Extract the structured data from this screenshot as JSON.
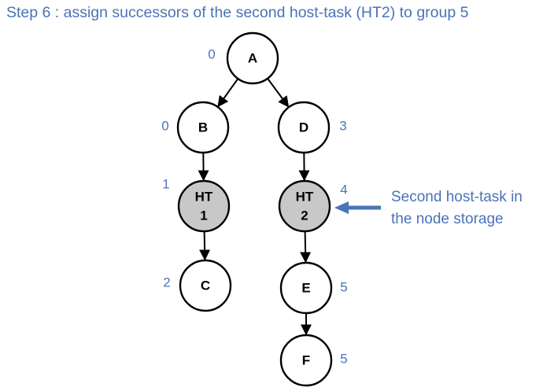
{
  "title": "Step 6 : assign successors of the second host-task (HT2) to group 5",
  "colors": {
    "accent_text": "#4a73b8",
    "node_fill": "#ffffff",
    "host_task_fill": "#c8c8c8",
    "stroke": "#000000"
  },
  "nodes": {
    "A": {
      "lines": [
        "A"
      ],
      "group": "0",
      "host_task": false
    },
    "B": {
      "lines": [
        "B"
      ],
      "group": "0",
      "host_task": false
    },
    "D": {
      "lines": [
        "D"
      ],
      "group": "3",
      "host_task": false
    },
    "HT1": {
      "lines": [
        "HT",
        "1"
      ],
      "group": "1",
      "host_task": true
    },
    "HT2": {
      "lines": [
        "HT",
        "2"
      ],
      "group": "4",
      "host_task": true
    },
    "C": {
      "lines": [
        "C"
      ],
      "group": "2",
      "host_task": false
    },
    "E": {
      "lines": [
        "E"
      ],
      "group": "5",
      "host_task": false
    },
    "F": {
      "lines": [
        "F"
      ],
      "group": "5",
      "host_task": false
    }
  },
  "edges": [
    {
      "from": "A",
      "to": "B"
    },
    {
      "from": "A",
      "to": "D"
    },
    {
      "from": "B",
      "to": "HT1"
    },
    {
      "from": "D",
      "to": "HT2"
    },
    {
      "from": "HT1",
      "to": "C"
    },
    {
      "from": "HT2",
      "to": "E"
    },
    {
      "from": "E",
      "to": "F"
    }
  ],
  "callout": {
    "lines": [
      "Second host-task in",
      "the node storage"
    ],
    "target": "HT2"
  }
}
